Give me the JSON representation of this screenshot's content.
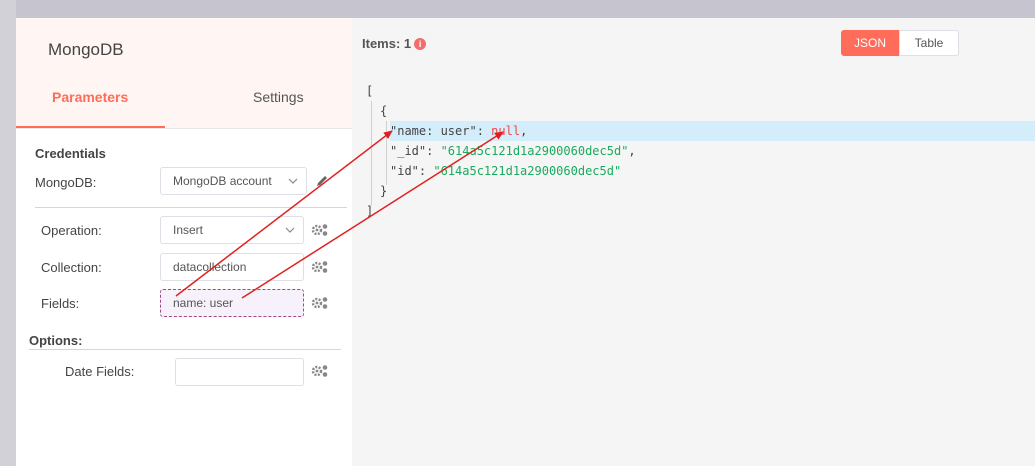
{
  "node": {
    "title": "MongoDB",
    "tabs": {
      "parameters": "Parameters",
      "settings": "Settings"
    }
  },
  "credentials": {
    "section_title": "Credentials",
    "mongodb_label": "MongoDB:",
    "mongodb_value": "MongoDB account"
  },
  "params": {
    "operation_label": "Operation:",
    "operation_value": "Insert",
    "collection_label": "Collection:",
    "collection_value": "datacollection",
    "fields_label": "Fields:",
    "fields_value": "name: user"
  },
  "options": {
    "section_title": "Options:",
    "date_fields_label": "Date Fields:",
    "date_fields_value": ""
  },
  "output": {
    "items_label": "Items: 1",
    "info_icon": "info-icon",
    "view_json": "JSON",
    "view_table": "Table",
    "json": {
      "open_bracket": "[",
      "open_brace": "{",
      "key1": "\"name: user\"",
      "val1": "null",
      "key2": "\"_id\"",
      "val2": "\"614a5c121d1a2900060dec5d\"",
      "key3": "\"id\"",
      "val3": "\"614a5c121d1a2900060dec5d\"",
      "close_brace": "}",
      "close_bracket": "]"
    }
  },
  "colors": {
    "accent": "#ff6d5a",
    "json_string": "#1aab5e",
    "json_null": "#f04848",
    "highlight": "#d4edfb",
    "arrow": "#e02020"
  }
}
